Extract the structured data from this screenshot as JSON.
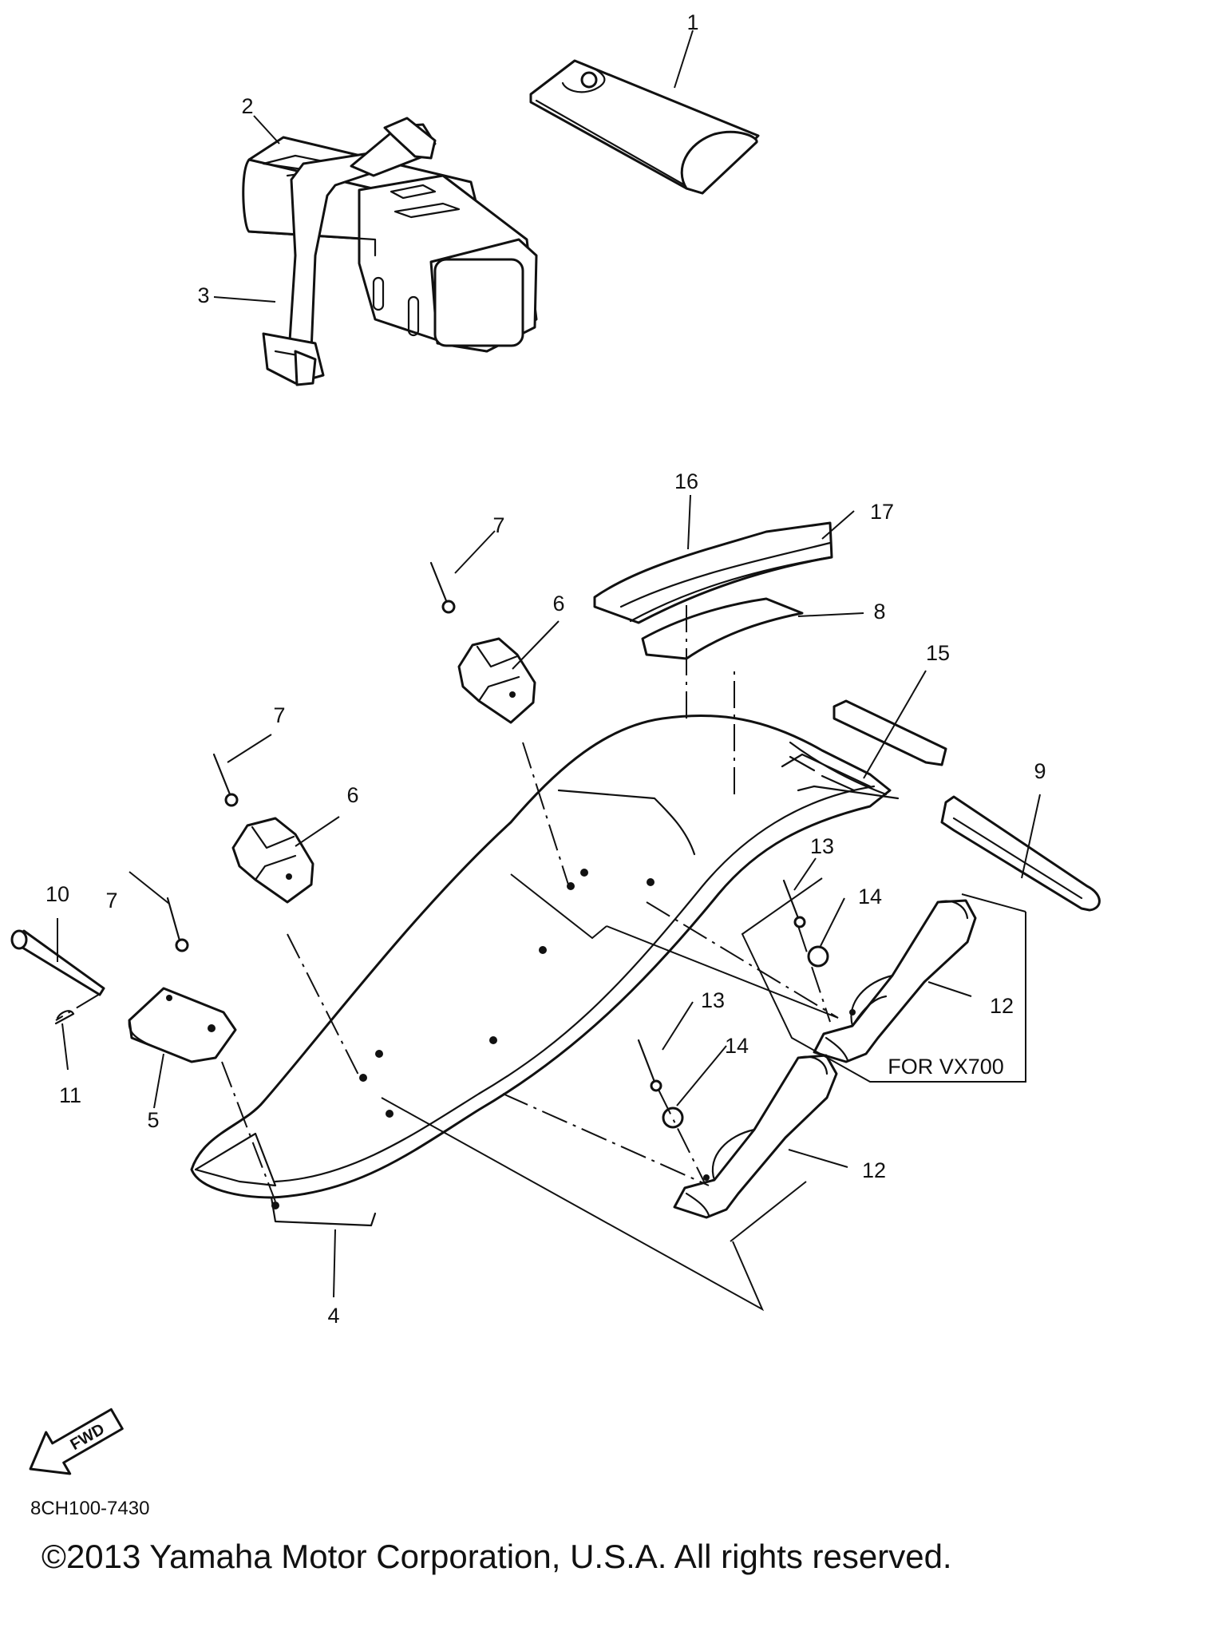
{
  "callouts": [
    "1",
    "2",
    "3",
    "4",
    "5",
    "6",
    "6",
    "7",
    "7",
    "7",
    "8",
    "9",
    "10",
    "11",
    "12",
    "12",
    "13",
    "13",
    "14",
    "14",
    "15",
    "16",
    "17"
  ],
  "variant_note": "FOR VX700",
  "fwd_label": "FWD",
  "diagram_code": "8CH100-7430",
  "copyright": "©2013 Yamaha Motor Corporation, U.S.A. All rights reserved."
}
